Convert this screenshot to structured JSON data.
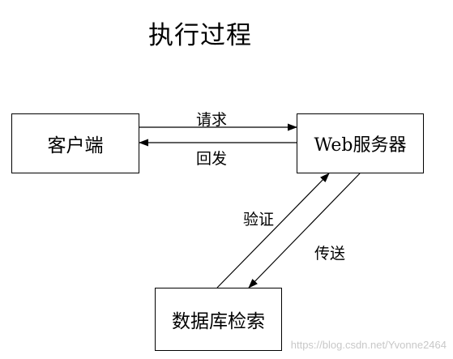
{
  "title": "执行过程",
  "nodes": {
    "client": "客户端",
    "web_server": "Web服务器",
    "database": "数据库检索"
  },
  "edges": {
    "request": "请求",
    "reply": "回发",
    "verify": "验证",
    "send": "传送"
  },
  "watermark": "https://blog.csdn.net/Yvonne2464",
  "colors": {
    "line": "#000000",
    "background": "#ffffff",
    "watermark": "#c8c8c8"
  }
}
